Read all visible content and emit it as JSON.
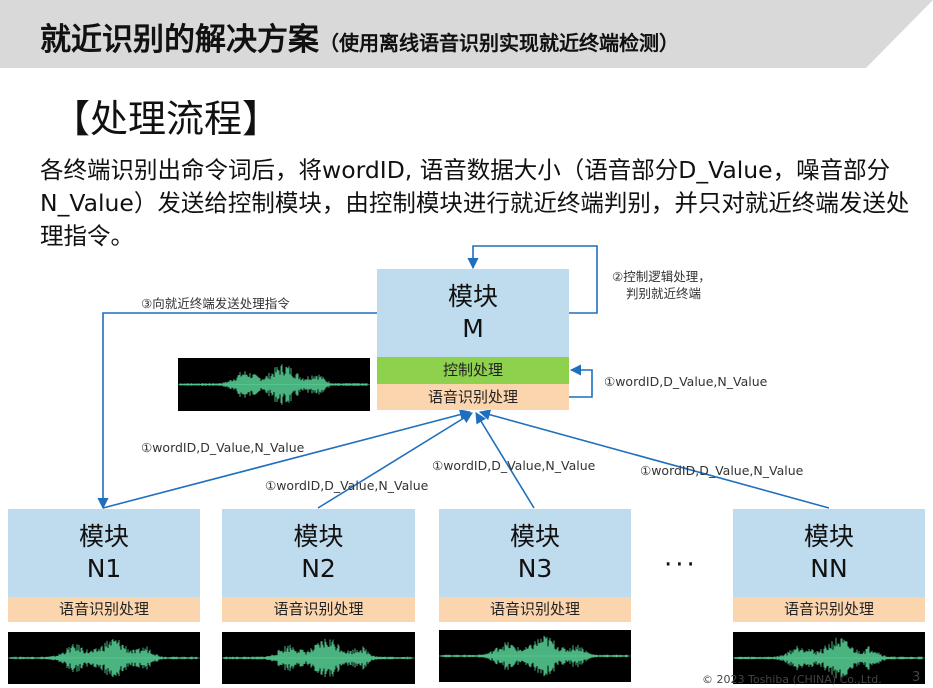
{
  "header": {
    "title": "就近识别的解决方案",
    "subtitle": "（使用离线语音识别实现就近终端检测）"
  },
  "section_title": "【处理流程】",
  "description": "各终端识别出命令词后，将wordID, 语音数据大小（语音部分D_Value，噪音部分N_Value）发送给控制模块，由控制模块进行就近终端判别，并只对就近终端发送处理指令。",
  "master": {
    "name": "模块",
    "id": "M",
    "control_label": "控制处理",
    "speech_label": "语音识别处理"
  },
  "nodes": [
    {
      "name": "模块",
      "id": "N1",
      "speech_label": "语音识别处理"
    },
    {
      "name": "模块",
      "id": "N2",
      "speech_label": "语音识别处理"
    },
    {
      "name": "模块",
      "id": "N3",
      "speech_label": "语音识别处理"
    },
    {
      "name": "模块",
      "id": "NN",
      "speech_label": "语音识别处理"
    }
  ],
  "ellipsis": "···",
  "arrows": {
    "send_command": "③向就近终端发送处理指令",
    "control_logic_line1": "②控制逻辑处理，",
    "control_logic_line2": "判别就近终端",
    "self_report": "①wordID,D_Value,N_Value",
    "n1_report": "①wordID,D_Value,N_Value",
    "n2_report": "①wordID,D_Value,N_Value",
    "n3_report": "①wordID,D_Value,N_Value",
    "nn_report": "①wordID,D_Value,N_Value"
  },
  "colors": {
    "module_fill": "#bfdcee",
    "control_band": "#8ed14d",
    "speech_band": "#fbd5ae",
    "arrow": "#1f6fbf",
    "waveform": "#5ee0a0",
    "header_bg": "#d9d9d9"
  },
  "footer": {
    "copyright": "© 2023 Toshiba (CHINA) Co.,Ltd.",
    "page": "3"
  }
}
